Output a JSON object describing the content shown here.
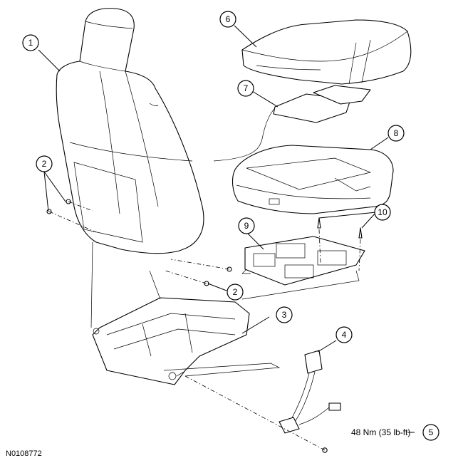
{
  "callouts": {
    "c1": "1",
    "c2a": "2",
    "c2b": "2",
    "c3": "3",
    "c4": "4",
    "c5": "5",
    "c6": "6",
    "c7": "7",
    "c8": "8",
    "c9": "9",
    "c10": "10"
  },
  "torque_spec": "48 Nm (35 lb-ft)",
  "figure_id": "N0108772"
}
